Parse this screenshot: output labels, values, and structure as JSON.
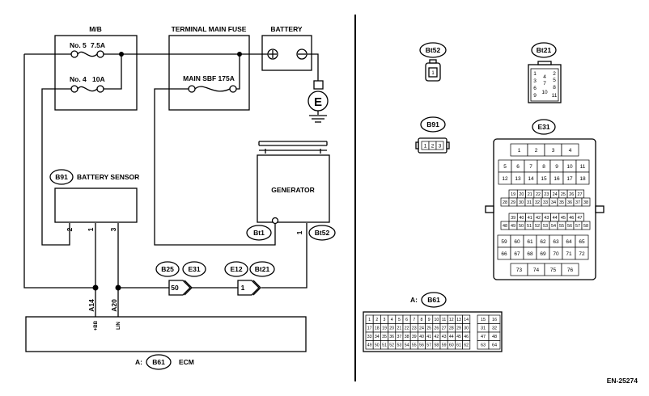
{
  "labels": {
    "mb": "M/B",
    "fuse_no5": "No. 5",
    "fuse_no5_amp": "7.5A",
    "fuse_no4": "No. 4",
    "fuse_no4_amp": "10A",
    "terminal_main_fuse": "TERMINAL MAIN FUSE",
    "main_sbf": "MAIN SBF 175A",
    "battery": "BATTERY",
    "battery_sensor": "BATTERY SENSOR",
    "generator": "GENERATOR",
    "ecm": "ECM",
    "ecm_prefix": "A:",
    "a_prefix": "A:",
    "doc_id": "EN-25274",
    "ground_e": "E",
    "pin_plus_bb": "+BB",
    "pin_lin": "LIN"
  },
  "connectors": {
    "b91": "B91",
    "b25": "B25",
    "e31": "E31",
    "e12": "E12",
    "bt21": "Bt21",
    "bt1": "Bt1",
    "bt52": "Bt52",
    "b61": "B61"
  },
  "pins": {
    "bs_2": "2",
    "bs_1": "1",
    "bs_3": "3",
    "gen_1": "1",
    "a14": "A14",
    "a20": "A20",
    "jc_50": "50",
    "jc_1": "1"
  },
  "bt52_pins": [
    "1"
  ],
  "bt21_pins": [
    "1",
    "4",
    "2",
    "3",
    "7",
    "5",
    "6",
    "8",
    "9",
    "10",
    "11"
  ],
  "b91_pins": [
    "1",
    "2",
    "3"
  ],
  "e31_rows": {
    "top": [
      "1",
      "2",
      "3",
      "4"
    ],
    "r2": [
      "5",
      "6",
      "7",
      "8",
      "9",
      "10",
      "11"
    ],
    "r3": [
      "12",
      "13",
      "14",
      "15",
      "16",
      "17",
      "18"
    ],
    "r4": [
      "19",
      "20",
      "21",
      "22",
      "23",
      "24",
      "25",
      "26",
      "27"
    ],
    "r5": [
      "28",
      "29",
      "30",
      "31",
      "32",
      "33",
      "34",
      "35",
      "36",
      "37",
      "38"
    ],
    "r6": [
      "39",
      "40",
      "41",
      "42",
      "43",
      "44",
      "45",
      "46",
      "47"
    ],
    "r7": [
      "48",
      "49",
      "50",
      "51",
      "52",
      "53",
      "54",
      "55",
      "56",
      "57",
      "58"
    ],
    "r8": [
      "59",
      "60",
      "61",
      "62",
      "63",
      "64",
      "65"
    ],
    "r9": [
      "66",
      "67",
      "68",
      "69",
      "70",
      "71",
      "72"
    ],
    "bottom": [
      "73",
      "74",
      "75",
      "76"
    ]
  },
  "b61_rows": {
    "r1": [
      "1",
      "2",
      "3",
      "4",
      "5",
      "6",
      "7",
      "8",
      "9",
      "10",
      "11",
      "12",
      "13",
      "14"
    ],
    "r2": [
      "17",
      "18",
      "19",
      "20",
      "21",
      "22",
      "23",
      "24",
      "25",
      "26",
      "27",
      "28",
      "29",
      "30"
    ],
    "r3": [
      "33",
      "34",
      "35",
      "36",
      "37",
      "38",
      "39",
      "40",
      "41",
      "42",
      "43",
      "44",
      "45",
      "46"
    ],
    "r4": [
      "49",
      "50",
      "51",
      "52",
      "53",
      "54",
      "55",
      "56",
      "57",
      "58",
      "59",
      "60",
      "61",
      "62"
    ],
    "right": [
      [
        "15",
        "16"
      ],
      [
        "31",
        "32"
      ],
      [
        "47",
        "48"
      ],
      [
        "63",
        "64"
      ]
    ]
  }
}
